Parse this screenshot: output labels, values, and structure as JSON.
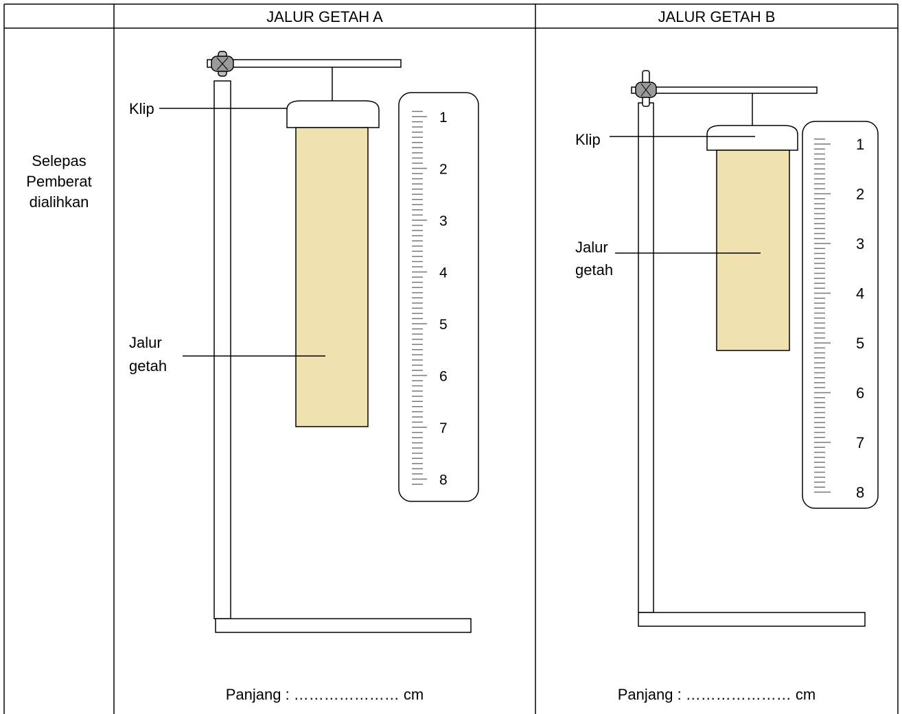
{
  "table": {
    "header_a": "JALUR GETAH A",
    "header_b": "JALUR GETAH B",
    "row_label_lines": [
      "Selepas",
      "Pemberat",
      "dialihkan"
    ]
  },
  "diagram_a": {
    "clip_label": "Klip",
    "strip_label_lines": [
      "Jalur",
      "getah"
    ],
    "scale_numbers": [
      "1",
      "2",
      "3",
      "4",
      "5",
      "6",
      "7",
      "8"
    ],
    "length_text": "Panjang : ………………… cm"
  },
  "diagram_b": {
    "clip_label": "Klip",
    "strip_label_lines": [
      "Jalur",
      "getah"
    ],
    "scale_numbers": [
      "1",
      "2",
      "3",
      "4",
      "5",
      "6",
      "7",
      "8"
    ],
    "length_text": "Panjang : ………………… cm"
  },
  "colors": {
    "strip_fill": "#f0e2b0",
    "stand_fill": "#ffffff",
    "line": "#000000",
    "knob_fill": "#9a9a9a"
  }
}
